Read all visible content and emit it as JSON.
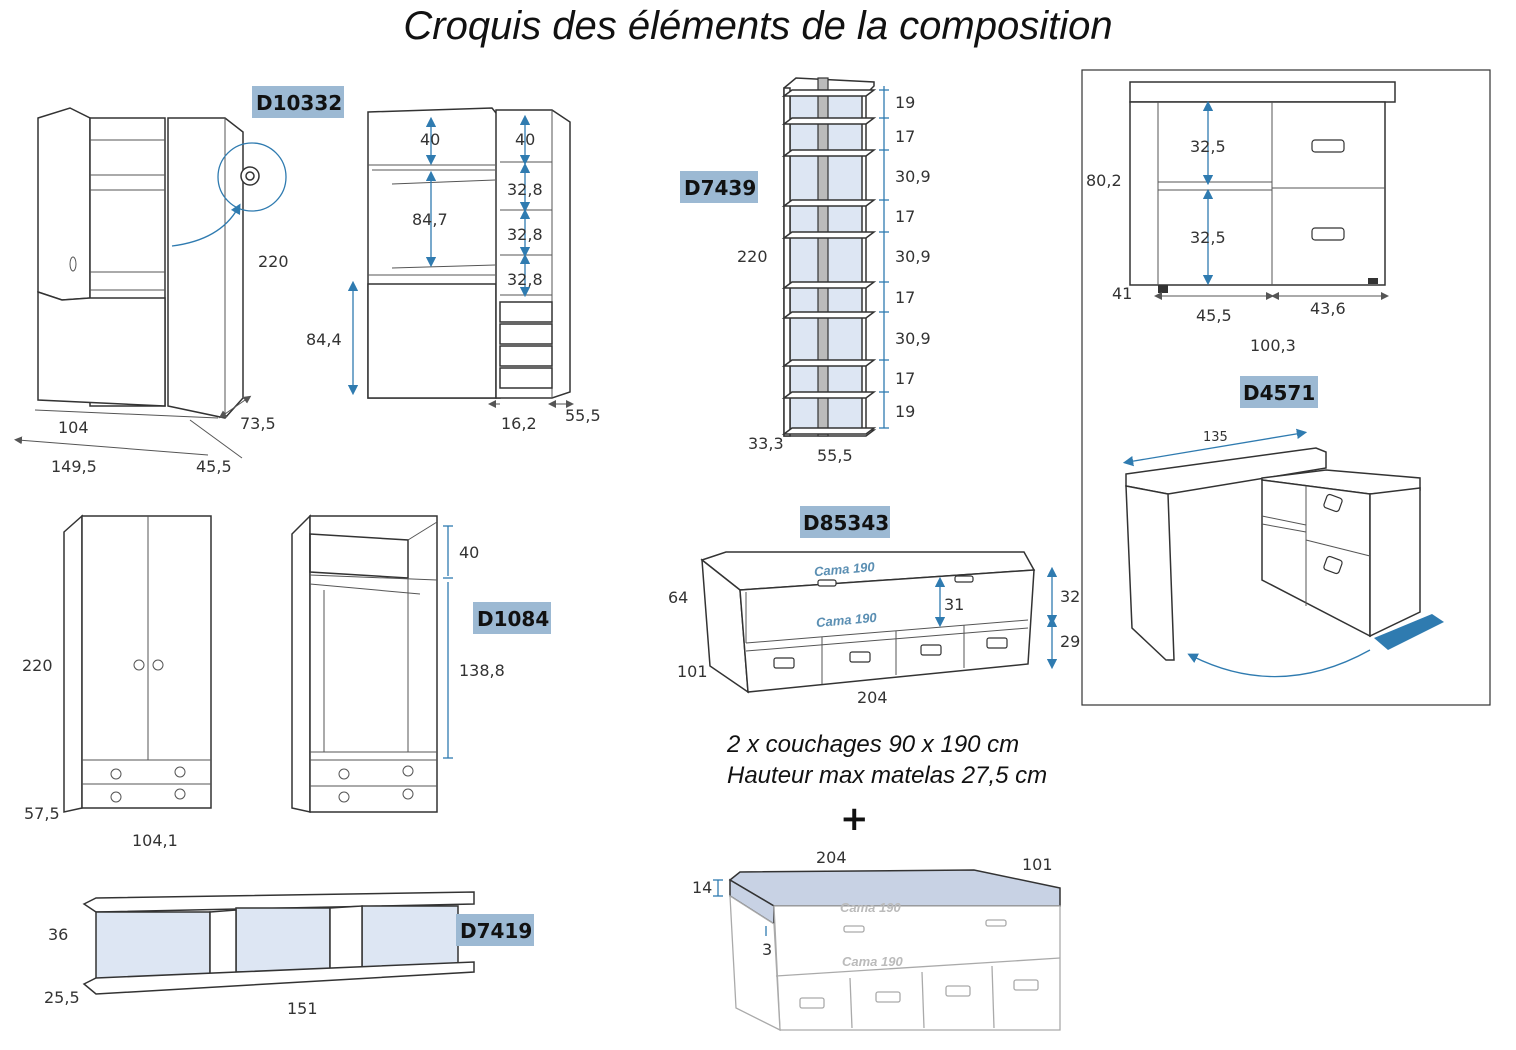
{
  "title": "Croquis des éléments de la composition",
  "codes": {
    "d10332": "D10332",
    "d7439": "D7439",
    "d4571": "D4571",
    "d1084": "D1084",
    "d85343": "D85343",
    "d7419": "D7419"
  },
  "dims": {
    "d10332_height": "220",
    "d10332_width": "104",
    "d10332_depth": "73,5",
    "d10332_total": "149,5",
    "d10332_side": "45,5",
    "d10332_inner_top": "40",
    "d10332_inner_hang": "84,7",
    "d10332_inner_desk": "84,4",
    "d10332_col_top": "40",
    "d10332_col_1": "32,8",
    "d10332_col_2": "32,8",
    "d10332_col_3": "32,8",
    "d10332_col_width": "16,2",
    "d10332_col_depth": "55,5",
    "d7439_height": "220",
    "d7439_s1": "19",
    "d7439_s2": "17",
    "d7439_s3": "30,9",
    "d7439_s4": "17",
    "d7439_s5": "30,9",
    "d7439_s6": "17",
    "d7439_s7": "30,9",
    "d7439_s8": "17",
    "d7439_s9": "19",
    "d7439_depth": "33,3",
    "d7439_width": "55,5",
    "d4571_height": "80,2",
    "d4571_inner1": "32,5",
    "d4571_inner2": "32,5",
    "d4571_depth": "41",
    "d4571_w1": "45,5",
    "d4571_w2": "43,6",
    "d4571_total": "100,3",
    "d4571_desk": "135",
    "d1084_height": "220",
    "d1084_depth": "57,5",
    "d1084_width": "104,1",
    "d1084_top": "40",
    "d1084_hang": "138,8",
    "d85343_height": "64",
    "d85343_depth": "101",
    "d85343_width": "204",
    "d85343_inner": "31",
    "d85343_top": "32",
    "d85343_bottom": "29",
    "d7419_height": "36",
    "d7419_depth": "25,5",
    "d7419_width": "151",
    "topper_width": "204",
    "topper_depth": "101",
    "topper_height": "14",
    "topper_gap": "3"
  },
  "bed_label": "Cama 190",
  "caption_line1": "2 x couchages 90 x 190 cm",
  "caption_line2": "Hauteur max matelas 27,5 cm",
  "plus_sign": "+",
  "colors": {
    "badge": "#9cb9d3",
    "dimension_blue": "#2f7bb0",
    "panel_fill": "#dde6f3"
  }
}
